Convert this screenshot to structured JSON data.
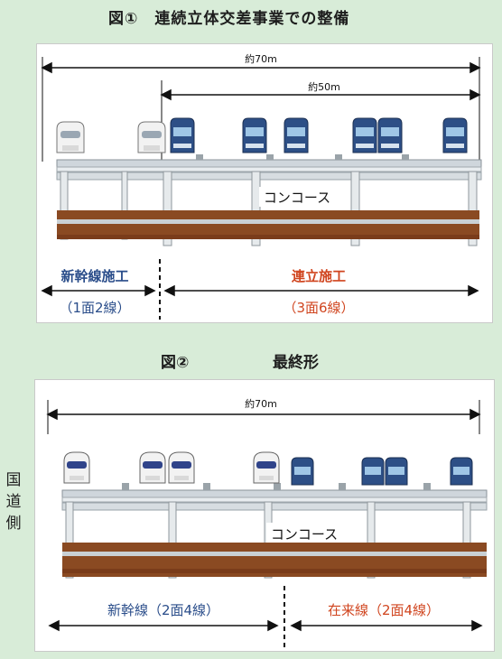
{
  "figure1": {
    "title": "図①　連続立体交差事業での整備",
    "span_total": "約70m",
    "span_partial": "約50m",
    "concourse": "コンコース",
    "left_label": "新幹線施工",
    "left_sub": "（1面2線）",
    "right_label": "連立施工",
    "right_sub": "（3面6線）"
  },
  "figure2": {
    "title_num": "図②",
    "title_name": "最終形",
    "span_total": "約70m",
    "concourse": "コンコース",
    "left_label": "新幹線（2面4線）",
    "right_label": "在来線（2面4線）"
  },
  "side_label": [
    "国",
    "道",
    "側"
  ],
  "colors": {
    "background": "#d8ecd8",
    "red_label": "#d0451f",
    "blue_label": "#2a4d8a",
    "ground": "#8a4a22",
    "train_blue": "#2d4f86"
  }
}
